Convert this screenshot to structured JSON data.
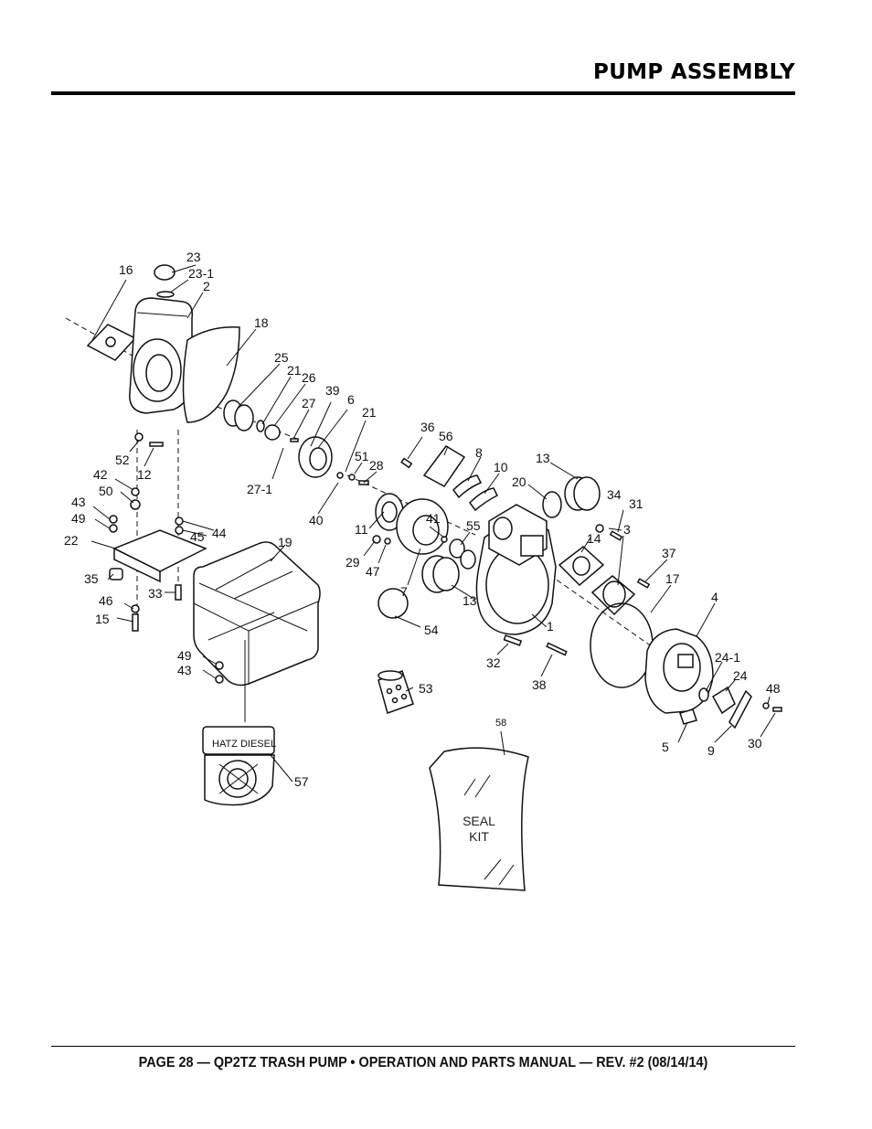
{
  "header": {
    "title": "PUMP ASSEMBLY"
  },
  "footer": {
    "text": "PAGE 28 — QP2TZ TRASH PUMP • OPERATION AND PARTS MANUAL — REV. #2 (08/14/14)"
  },
  "engine": {
    "label": "HATZ DIESEL"
  },
  "seal_kit": {
    "line1": "SEAL",
    "line2": "KIT"
  },
  "callouts": {
    "c1": "1",
    "c2": "2",
    "c3": "3",
    "c4": "4",
    "c5": "5",
    "c6": "6",
    "c7": "7",
    "c8": "8",
    "c9": "9",
    "c10": "10",
    "c11": "11",
    "c12": "12",
    "c13a": "13",
    "c13b": "13",
    "c14": "14",
    "c15": "15",
    "c16": "16",
    "c17": "17",
    "c18": "18",
    "c19": "19",
    "c20": "20",
    "c21a": "21",
    "c21b": "21",
    "c22": "22",
    "c23": "23",
    "c23_1": "23-1",
    "c24": "24",
    "c24_1": "24-1",
    "c25": "25",
    "c26": "26",
    "c27": "27",
    "c27_1": "27-1",
    "c28": "28",
    "c29": "29",
    "c30": "30",
    "c31": "31",
    "c32": "32",
    "c33": "33",
    "c34": "34",
    "c35": "35",
    "c36": "36",
    "c37": "37",
    "c38": "38",
    "c39": "39",
    "c40": "40",
    "c41": "41",
    "c42": "42",
    "c43a": "43",
    "c43b": "43",
    "c44": "44",
    "c45": "45",
    "c46": "46",
    "c47": "47",
    "c48": "48",
    "c49a": "49",
    "c49b": "49",
    "c50": "50",
    "c51": "51",
    "c52": "52",
    "c53": "53",
    "c54": "54",
    "c55": "55",
    "c56": "56",
    "c57": "57",
    "c58": "58"
  }
}
